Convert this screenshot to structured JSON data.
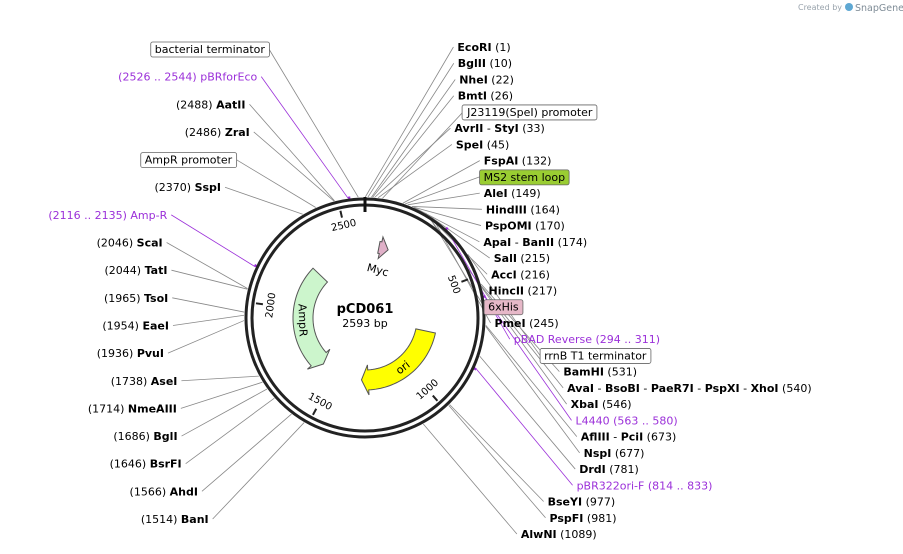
{
  "plasmid": {
    "name": "pCD061",
    "size": "2593 bp"
  },
  "watermark": {
    "prefix": "Created by",
    "brand": "SnapGene"
  },
  "ring_ticks": [
    {
      "label": "500",
      "bp": 500
    },
    {
      "label": "1000",
      "bp": 1000
    },
    {
      "label": "1500",
      "bp": 1500
    },
    {
      "label": "2000",
      "bp": 2000
    },
    {
      "label": "2500",
      "bp": 2500
    }
  ],
  "features": [
    {
      "name": "AmpR",
      "start": 1600,
      "end": 2260,
      "direction": -1,
      "color": "#ccf5cc",
      "stroke": "#555555"
    },
    {
      "name": "ori",
      "start": 735,
      "end": 1320,
      "direction": 1,
      "color": "#ffff00",
      "stroke": "#555555"
    },
    {
      "name": "Myc",
      "start": 80,
      "end": 135,
      "direction": 1,
      "color": "#e0b0c8",
      "stroke": "#555555"
    }
  ],
  "right_labels": [
    {
      "parts": [
        {
          "t": "EcoRI",
          "b": true
        },
        {
          "t": "  (1)"
        }
      ],
      "bp": 1
    },
    {
      "parts": [
        {
          "t": "BglII",
          "b": true
        },
        {
          "t": "  (10)"
        }
      ],
      "bp": 10
    },
    {
      "parts": [
        {
          "t": "NheI",
          "b": true
        },
        {
          "t": "  (22)"
        }
      ],
      "bp": 22
    },
    {
      "parts": [
        {
          "t": "BmtI",
          "b": true
        },
        {
          "t": "  (26)"
        }
      ],
      "bp": 26
    },
    {
      "parts": [
        {
          "t": "J23119(SpeI) promoter"
        }
      ],
      "bp": 60,
      "box": "#ffffff"
    },
    {
      "parts": [
        {
          "t": "AvrII",
          "b": true
        },
        {
          "t": " - "
        },
        {
          "t": "StyI",
          "b": true
        },
        {
          "t": "  (33)"
        }
      ],
      "bp": 33
    },
    {
      "parts": [
        {
          "t": "SpeI",
          "b": true
        },
        {
          "t": "  (45)"
        }
      ],
      "bp": 45
    },
    {
      "parts": [
        {
          "t": "FspAI",
          "b": true
        },
        {
          "t": "  (132)"
        }
      ],
      "bp": 132
    },
    {
      "parts": [
        {
          "t": "MS2 stem loop"
        }
      ],
      "bp": 140,
      "box": "#9acd32"
    },
    {
      "parts": [
        {
          "t": "AleI",
          "b": true
        },
        {
          "t": "  (149)"
        }
      ],
      "bp": 149
    },
    {
      "parts": [
        {
          "t": "HindIII",
          "b": true
        },
        {
          "t": "  (164)"
        }
      ],
      "bp": 164
    },
    {
      "parts": [
        {
          "t": "PspOMI",
          "b": true
        },
        {
          "t": "  (170)"
        }
      ],
      "bp": 170
    },
    {
      "parts": [
        {
          "t": "ApaI",
          "b": true
        },
        {
          "t": " - "
        },
        {
          "t": "BanII",
          "b": true
        },
        {
          "t": "  (174)"
        }
      ],
      "bp": 174
    },
    {
      "parts": [
        {
          "t": "SalI",
          "b": true
        },
        {
          "t": "  (215)"
        }
      ],
      "bp": 215
    },
    {
      "parts": [
        {
          "t": "AccI",
          "b": true
        },
        {
          "t": "  (216)"
        }
      ],
      "bp": 216
    },
    {
      "parts": [
        {
          "t": "HincII",
          "b": true
        },
        {
          "t": "  (217)"
        }
      ],
      "bp": 217
    },
    {
      "parts": [
        {
          "t": "6xHis"
        }
      ],
      "bp": 225,
      "box": "#e6b8c8"
    },
    {
      "parts": [
        {
          "t": "PmeI",
          "b": true
        },
        {
          "t": "  (245)"
        }
      ],
      "bp": 245
    },
    {
      "parts": [
        {
          "t": "pBAD Reverse    (294 .. 311)",
          "p": true
        }
      ],
      "bp": 302
    },
    {
      "parts": [
        {
          "t": "rrnB T1 terminator"
        }
      ],
      "bp": 420,
      "box": "#ffffff"
    },
    {
      "parts": [
        {
          "t": "BamHI",
          "b": true
        },
        {
          "t": "  (531)"
        }
      ],
      "bp": 531
    },
    {
      "parts": [
        {
          "t": "AvaI",
          "b": true
        },
        {
          "t": " - "
        },
        {
          "t": "BsoBI",
          "b": true
        },
        {
          "t": " - "
        },
        {
          "t": "PaeR7I",
          "b": true
        },
        {
          "t": " - "
        },
        {
          "t": "PspXI",
          "b": true
        },
        {
          "t": " - "
        },
        {
          "t": "XhoI",
          "b": true
        },
        {
          "t": "  (540)"
        }
      ],
      "bp": 540
    },
    {
      "parts": [
        {
          "t": "XbaI",
          "b": true
        },
        {
          "t": "  (546)"
        }
      ],
      "bp": 546
    },
    {
      "parts": [
        {
          "t": "L4440    (563 .. 580)",
          "p": true
        }
      ],
      "bp": 571
    },
    {
      "parts": [
        {
          "t": "AflIII",
          "b": true
        },
        {
          "t": " - "
        },
        {
          "t": "PciI",
          "b": true
        },
        {
          "t": "  (673)"
        }
      ],
      "bp": 673
    },
    {
      "parts": [
        {
          "t": "NspI",
          "b": true
        },
        {
          "t": "  (677)"
        }
      ],
      "bp": 677
    },
    {
      "parts": [
        {
          "t": "DrdI",
          "b": true
        },
        {
          "t": "  (781)"
        }
      ],
      "bp": 781
    },
    {
      "parts": [
        {
          "t": "pBR322ori-F    (814 .. 833)",
          "p": true
        }
      ],
      "bp": 823
    },
    {
      "parts": [
        {
          "t": "BseYI",
          "b": true
        },
        {
          "t": "  (977)"
        }
      ],
      "bp": 977
    },
    {
      "parts": [
        {
          "t": "PspFI",
          "b": true
        },
        {
          "t": "  (981)"
        }
      ],
      "bp": 981
    },
    {
      "parts": [
        {
          "t": "AlwNI",
          "b": true
        },
        {
          "t": "  (1089)"
        }
      ],
      "bp": 1089
    }
  ],
  "left_labels": [
    {
      "parts": [
        {
          "t": "bacterial terminator"
        }
      ],
      "bp": 2570,
      "box": "#ffffff"
    },
    {
      "parts": [
        {
          "t": "(2526 .. 2544)  pBRforEco",
          "p": true
        }
      ],
      "bp": 2535
    },
    {
      "parts": [
        {
          "t": "(2488)  "
        },
        {
          "t": "AatII",
          "b": true
        }
      ],
      "bp": 2488
    },
    {
      "parts": [
        {
          "t": "(2486)  "
        },
        {
          "t": "ZraI",
          "b": true
        }
      ],
      "bp": 2486
    },
    {
      "parts": [
        {
          "t": "AmpR promoter"
        }
      ],
      "bp": 2420,
      "box": "#ffffff"
    },
    {
      "parts": [
        {
          "t": "(2370)  "
        },
        {
          "t": "SspI",
          "b": true
        }
      ],
      "bp": 2370
    },
    {
      "parts": [
        {
          "t": "(2116 .. 2135)  Amp-R",
          "p": true
        }
      ],
      "bp": 2125
    },
    {
      "parts": [
        {
          "t": "(2046)  "
        },
        {
          "t": "ScaI",
          "b": true
        }
      ],
      "bp": 2046
    },
    {
      "parts": [
        {
          "t": "(2044)  "
        },
        {
          "t": "TatI",
          "b": true
        }
      ],
      "bp": 2044
    },
    {
      "parts": [
        {
          "t": "(1965)  "
        },
        {
          "t": "TsoI",
          "b": true
        }
      ],
      "bp": 1965
    },
    {
      "parts": [
        {
          "t": "(1954)  "
        },
        {
          "t": "EaeI",
          "b": true
        }
      ],
      "bp": 1954
    },
    {
      "parts": [
        {
          "t": "(1936)  "
        },
        {
          "t": "PvuI",
          "b": true
        }
      ],
      "bp": 1936
    },
    {
      "parts": [
        {
          "t": "(1738)  "
        },
        {
          "t": "AseI",
          "b": true
        }
      ],
      "bp": 1738
    },
    {
      "parts": [
        {
          "t": "(1714)  "
        },
        {
          "t": "NmeAIII",
          "b": true
        }
      ],
      "bp": 1714
    },
    {
      "parts": [
        {
          "t": "(1686)  "
        },
        {
          "t": "BglI",
          "b": true
        }
      ],
      "bp": 1686
    },
    {
      "parts": [
        {
          "t": "(1646)  "
        },
        {
          "t": "BsrFI",
          "b": true
        }
      ],
      "bp": 1646
    },
    {
      "parts": [
        {
          "t": "(1566)  "
        },
        {
          "t": "AhdI",
          "b": true
        }
      ],
      "bp": 1566
    },
    {
      "parts": [
        {
          "t": "(1514)  "
        },
        {
          "t": "BanI",
          "b": true
        }
      ],
      "bp": 1514
    }
  ]
}
